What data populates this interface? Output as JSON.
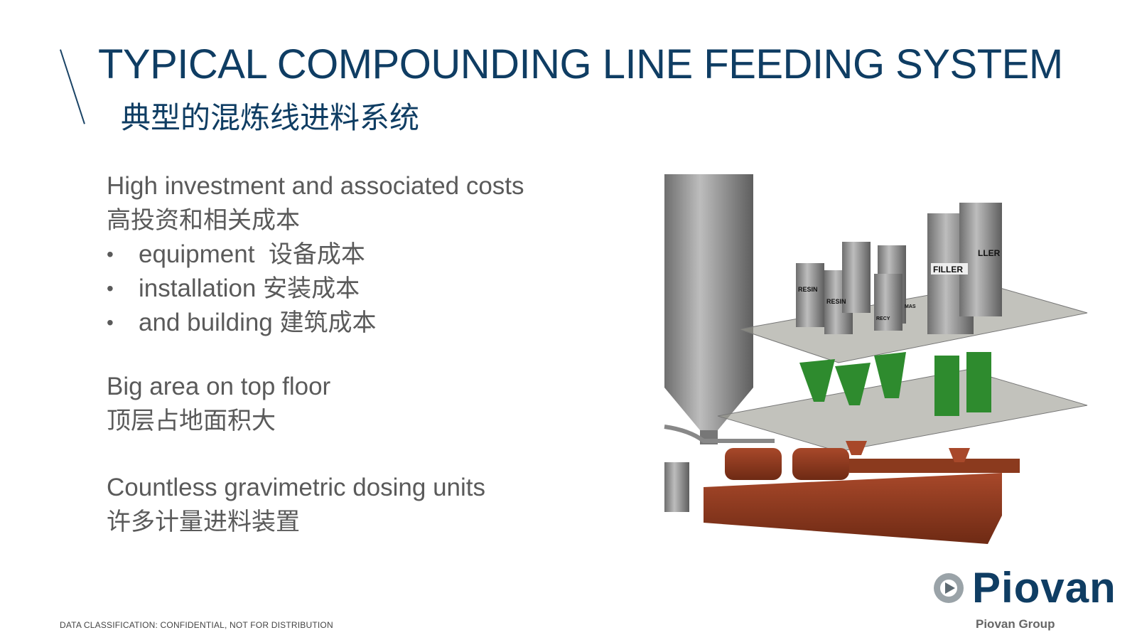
{
  "header": {
    "title": "TYPICAL COMPOUNDING LINE FEEDING SYSTEM",
    "subtitle": "典型的混炼线进料系统"
  },
  "sections": [
    {
      "heading": "High investment and associated costs",
      "heading_cn": "高投资和相关成本",
      "bullets": [
        {
          "en": "equipment",
          "cn": "设备成本"
        },
        {
          "en": "installation",
          "cn": "安装成本"
        },
        {
          "en": "and building",
          "cn": "建筑成本"
        }
      ]
    },
    {
      "heading": "Big area on top floor",
      "heading_cn": "顶层占地面积大"
    },
    {
      "heading": "Countless gravimetric dosing units",
      "heading_cn": "许多计量进料装置"
    }
  ],
  "bullet_char": "•",
  "illustration": {
    "labels": [
      "RESIN",
      "RESIN",
      "RECY",
      "MAS",
      "FILLER",
      "LLER"
    ]
  },
  "footer": {
    "classification": "DATA CLASSIFICATION: CONFIDENTIAL, NOT FOR DISTRIBUTION"
  },
  "logo": {
    "name": "Piovan",
    "group": "Piovan Group"
  },
  "colors": {
    "title": "#0f3d63",
    "body": "#5a5a5a",
    "steel": "#8a8a8a",
    "green": "#2e8b2e",
    "rust": "#8b3a1e"
  }
}
